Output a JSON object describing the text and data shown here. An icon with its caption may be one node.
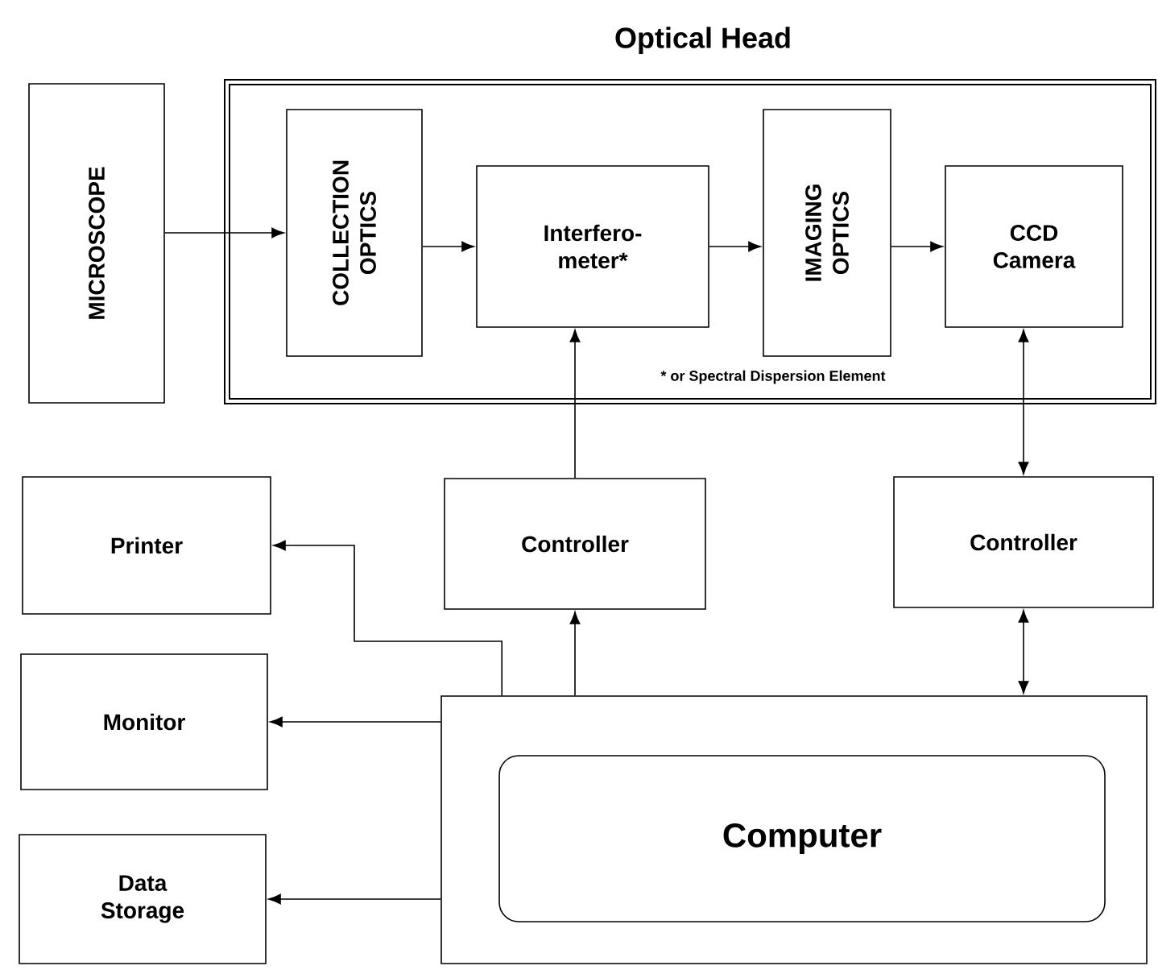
{
  "diagram": {
    "nodes": [
      {
        "text": [
          "Optical Head"
        ]
      },
      {
        "text": [
          "MICROSCOPE"
        ]
      },
      {
        "text": [
          "COLLECTION OPTICS"
        ],
        "in": 0
      },
      {
        "text": [
          "Interfero- meter*"
        ],
        "in": 0
      },
      {
        "text": [
          "IMAGING OPTICS"
        ],
        "in": 0
      },
      {
        "text": [
          "CCD Camera"
        ],
        "in": 0
      },
      {
        "text": [
          "Printer"
        ]
      },
      {
        "text": [
          "Controller"
        ]
      },
      {
        "text": [
          "Controller"
        ]
      },
      {
        "text": [
          "Monitor"
        ]
      },
      {
        "text": [],
        "shape": "box"
      },
      {
        "text": [
          "Computer"
        ],
        "in": 10
      },
      {
        "text": [
          "Data Storage"
        ]
      }
    ],
    "edges": [
      {
        "from": 1,
        "to": 2,
        "arrow": "to"
      },
      {
        "from": 2,
        "to": 3,
        "arrow": "to"
      },
      {
        "from": 3,
        "to": 4,
        "arrow": "to"
      },
      {
        "from": 4,
        "to": 5,
        "arrow": "to"
      },
      {
        "from": 7,
        "to": 3,
        "arrow": "to"
      },
      {
        "from": 5,
        "to": 8,
        "arrow": "both"
      },
      {
        "from": 10,
        "to": 7,
        "arrow": "to"
      },
      {
        "from": 8,
        "to": 10,
        "arrow": "both"
      },
      {
        "from": 10,
        "to": 6,
        "arrow": "to"
      },
      {
        "from": 10,
        "to": 9,
        "arrow": "to"
      },
      {
        "from": 10,
        "to": 12,
        "arrow": "to"
      }
    ],
    "labels": [
      "* or Spectral Dispersion Element"
    ]
  }
}
